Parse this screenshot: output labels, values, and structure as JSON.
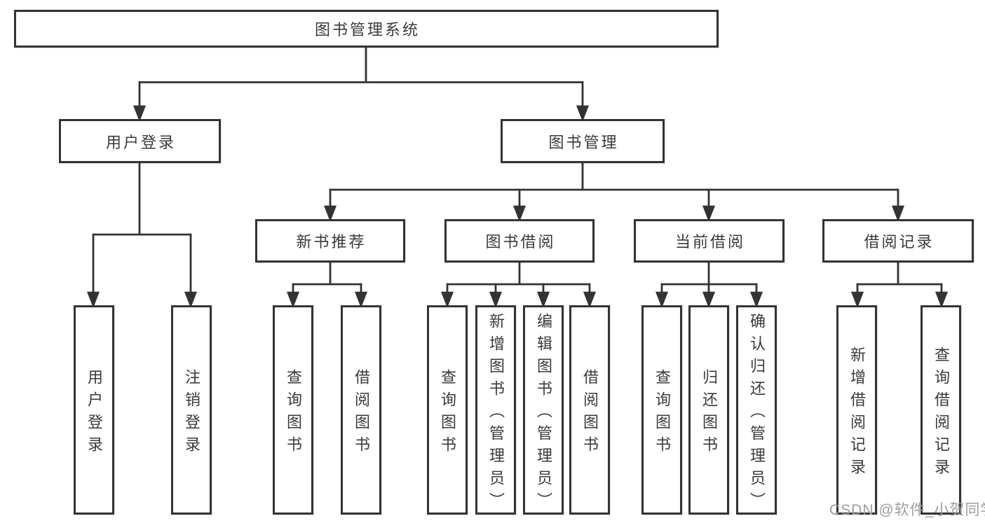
{
  "diagram": {
    "title": "图书管理系统",
    "level2": {
      "user_login": "用户登录",
      "book_management": "图书管理"
    },
    "level3": {
      "new_book_recommend": "新书推荐",
      "book_borrowing": "图书借阅",
      "current_borrowing": "当前借阅",
      "borrowing_records": "借阅记录"
    },
    "leaves": {
      "user_login": "用户登录",
      "logout": "注销登录",
      "recommend_query_books": "查询图书",
      "recommend_borrow_books": "借阅图书",
      "borrowing_query_books": "查询图书",
      "borrowing_add_books_admin": "新增图书（管理员）",
      "borrowing_edit_books_admin": "编辑图书（管理员）",
      "borrowing_borrow_books": "借阅图书",
      "current_query_books": "查询图书",
      "current_return_books": "归还图书",
      "current_confirm_return_admin": "确认归还（管理员）",
      "records_add_record": "新增借阅记录",
      "records_query_record": "查询借阅记录"
    },
    "watermark": "CSDN @软件_小贺同学",
    "colors": {
      "line": "#333333",
      "text": "#3a3a3a",
      "box_background": "#ffffff",
      "page_background": "#ffffff",
      "watermark": "#9c9c9c"
    }
  }
}
